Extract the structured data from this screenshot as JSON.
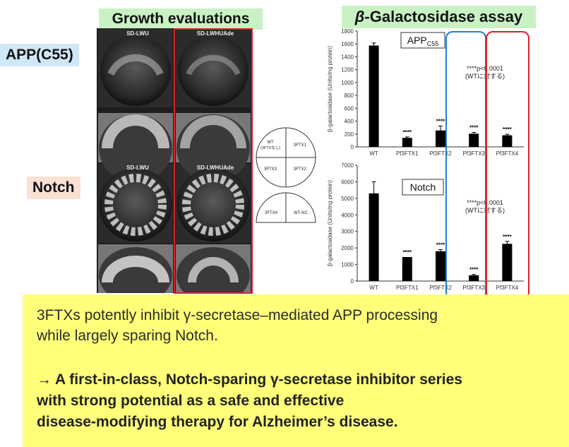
{
  "headers": {
    "growth": "Growth evaluations",
    "assay_beta": "β",
    "assay_rest": "-Galactosidase assay"
  },
  "row_labels": {
    "app": "APP(C55)",
    "notch": "Notch"
  },
  "plate_columns": {
    "top_left": "SD-LWU",
    "top_right": "SD-LWHUAde",
    "bottom_left": "SD-LWU",
    "bottom_right": "SD-LWHUAde"
  },
  "plate_map": {
    "top_left": "WT\n(3FTXなし)",
    "top_right": "3FTX1",
    "bottom_left": "3FTX3",
    "bottom_right": "3FTX2",
    "lower_left": "3FTX4",
    "lower_right": "WT-NC"
  },
  "chart_data": [
    {
      "type": "bar",
      "title": "APPC55",
      "ylabel": "β-galactosidase (Units/mg protein)",
      "categories": [
        "WT",
        "Pf3FTX1",
        "Pf3FTX2",
        "Pf3FTX3",
        "Pf3FTX4"
      ],
      "values": [
        1575,
        140,
        255,
        205,
        180
      ],
      "errors": [
        40,
        15,
        70,
        20,
        15
      ],
      "significance": [
        "",
        "****",
        "****",
        "****",
        "****"
      ],
      "ylim": [
        0,
        1800
      ],
      "yticks": [
        0,
        200,
        400,
        600,
        800,
        1000,
        1200,
        1400,
        1600,
        1800
      ],
      "annotation_line1": "****p<0.0001",
      "annotation_line2": "(WTに対する)"
    },
    {
      "type": "bar",
      "title": "Notch",
      "ylabel": "β-galactosidase (Units/mg protein)",
      "categories": [
        "WT",
        "Pf3FTX1",
        "Pf3FTX2",
        "Pf3FTX3",
        "Pf3FTX4"
      ],
      "values": [
        5300,
        1450,
        1800,
        350,
        2250
      ],
      "errors": [
        700,
        0,
        100,
        50,
        150
      ],
      "significance": [
        "",
        "****",
        "****",
        "****",
        "****"
      ],
      "ylim": [
        0,
        7000
      ],
      "yticks": [
        0,
        1000,
        2000,
        3000,
        4000,
        5000,
        6000,
        7000
      ],
      "annotation_line1": "****p<0.0001",
      "annotation_line2": "(WTに対する)"
    }
  ],
  "highlight_colors": {
    "blue": "#1f7fd6",
    "red": "#e0202a",
    "header_bg": "#c9f2c4",
    "app_label_bg": "#cfe8f7",
    "notch_label_bg": "#fbe0d4",
    "summary_bg": "#ffff7a"
  },
  "summary": {
    "line1": "3FTXs potently inhibit γ-secretase–mediated APP processing",
    "line2": "while largely sparing Notch.",
    "bold_line1": "→ A first-in-class, Notch-sparing γ-secretase inhibitor series",
    "bold_line2": "with strong potential as a safe and effective",
    "bold_line3": "disease-modifying therapy for Alzheimer’s disease."
  }
}
